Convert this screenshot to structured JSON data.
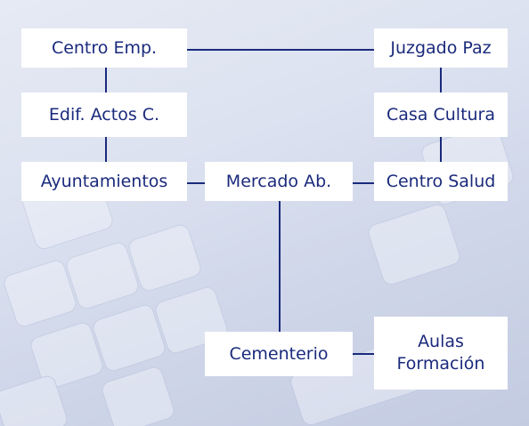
{
  "nodes": {
    "centro_emp": "Centro Emp.",
    "juzgado_paz": "Juzgado Paz",
    "edif_actos": "Edif. Actos C.",
    "casa_cultura": "Casa Cultura",
    "ayuntamientos": "Ayuntamientos",
    "mercado": "Mercado Ab.",
    "centro_salud": "Centro Salud",
    "cementerio": "Cementerio",
    "aulas_line1": "Aulas",
    "aulas_line2": "Formación"
  },
  "colors": {
    "text": "#1a2a7c",
    "lines": "#1a2a7c",
    "box": "#ffffff",
    "background": "#d4dbec"
  },
  "backdrop_icon": "keyboard-background"
}
